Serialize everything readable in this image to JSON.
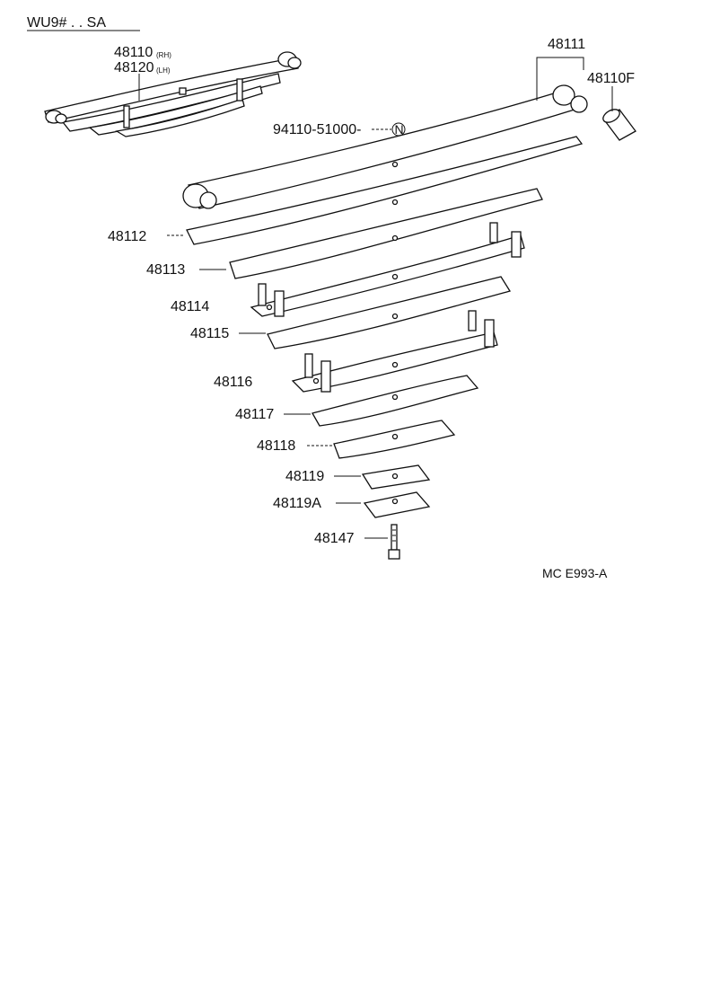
{
  "header": {
    "model": "WU9# . . SA"
  },
  "labels": {
    "p48110": "48110",
    "p48110_side": "(RH)",
    "p48120": "48120",
    "p48120_side": "(LH)",
    "p48111": "48111",
    "p48110F": "48110F",
    "p94110": "94110-51000-",
    "nut_mark": "N",
    "p48112": "48112",
    "p48113": "48113",
    "p48114": "48114",
    "p48115": "48115",
    "p48116": "48116",
    "p48117": "48117",
    "p48118": "48118",
    "p48119": "48119",
    "p48119A": "48119A",
    "p48147": "48147"
  },
  "footer": {
    "diagram_code": "MC E993-A"
  }
}
